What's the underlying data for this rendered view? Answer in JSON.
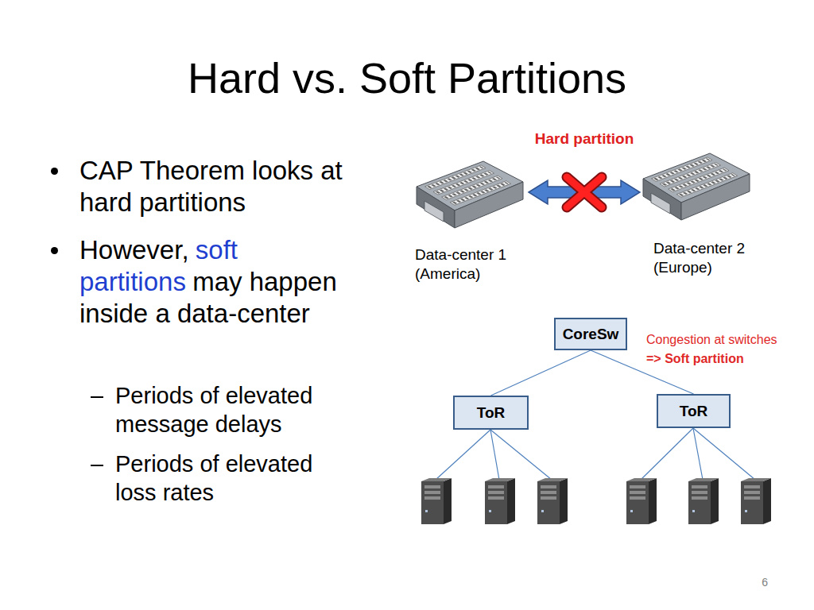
{
  "diagram": {
    "title": "Hard vs. Soft Partitions",
    "nodes": [
      {
        "text": [
          "Data-center 1 (America)"
        ]
      },
      {
        "text": [
          "Data-center 2 (Europe)"
        ]
      },
      {
        "text": [
          "CoreSw"
        ]
      },
      {
        "text": [
          "ToR"
        ]
      },
      {
        "text": [
          "ToR"
        ]
      }
    ],
    "edges": [
      {
        "from": 0,
        "to": 1,
        "arrow": "both",
        "label": "Hard partition"
      },
      {
        "from": 2,
        "to": 3,
        "arrow": "none"
      },
      {
        "from": 2,
        "to": 4,
        "arrow": "none"
      }
    ],
    "labels": [
      "CAP Theorem looks at hard partitions",
      "However,",
      "soft partitions",
      "may happen inside a data-center",
      "Periods of elevated message delays",
      "Periods of elevated loss rates",
      "Congestion at switches",
      "=> Soft partition",
      "6"
    ]
  }
}
